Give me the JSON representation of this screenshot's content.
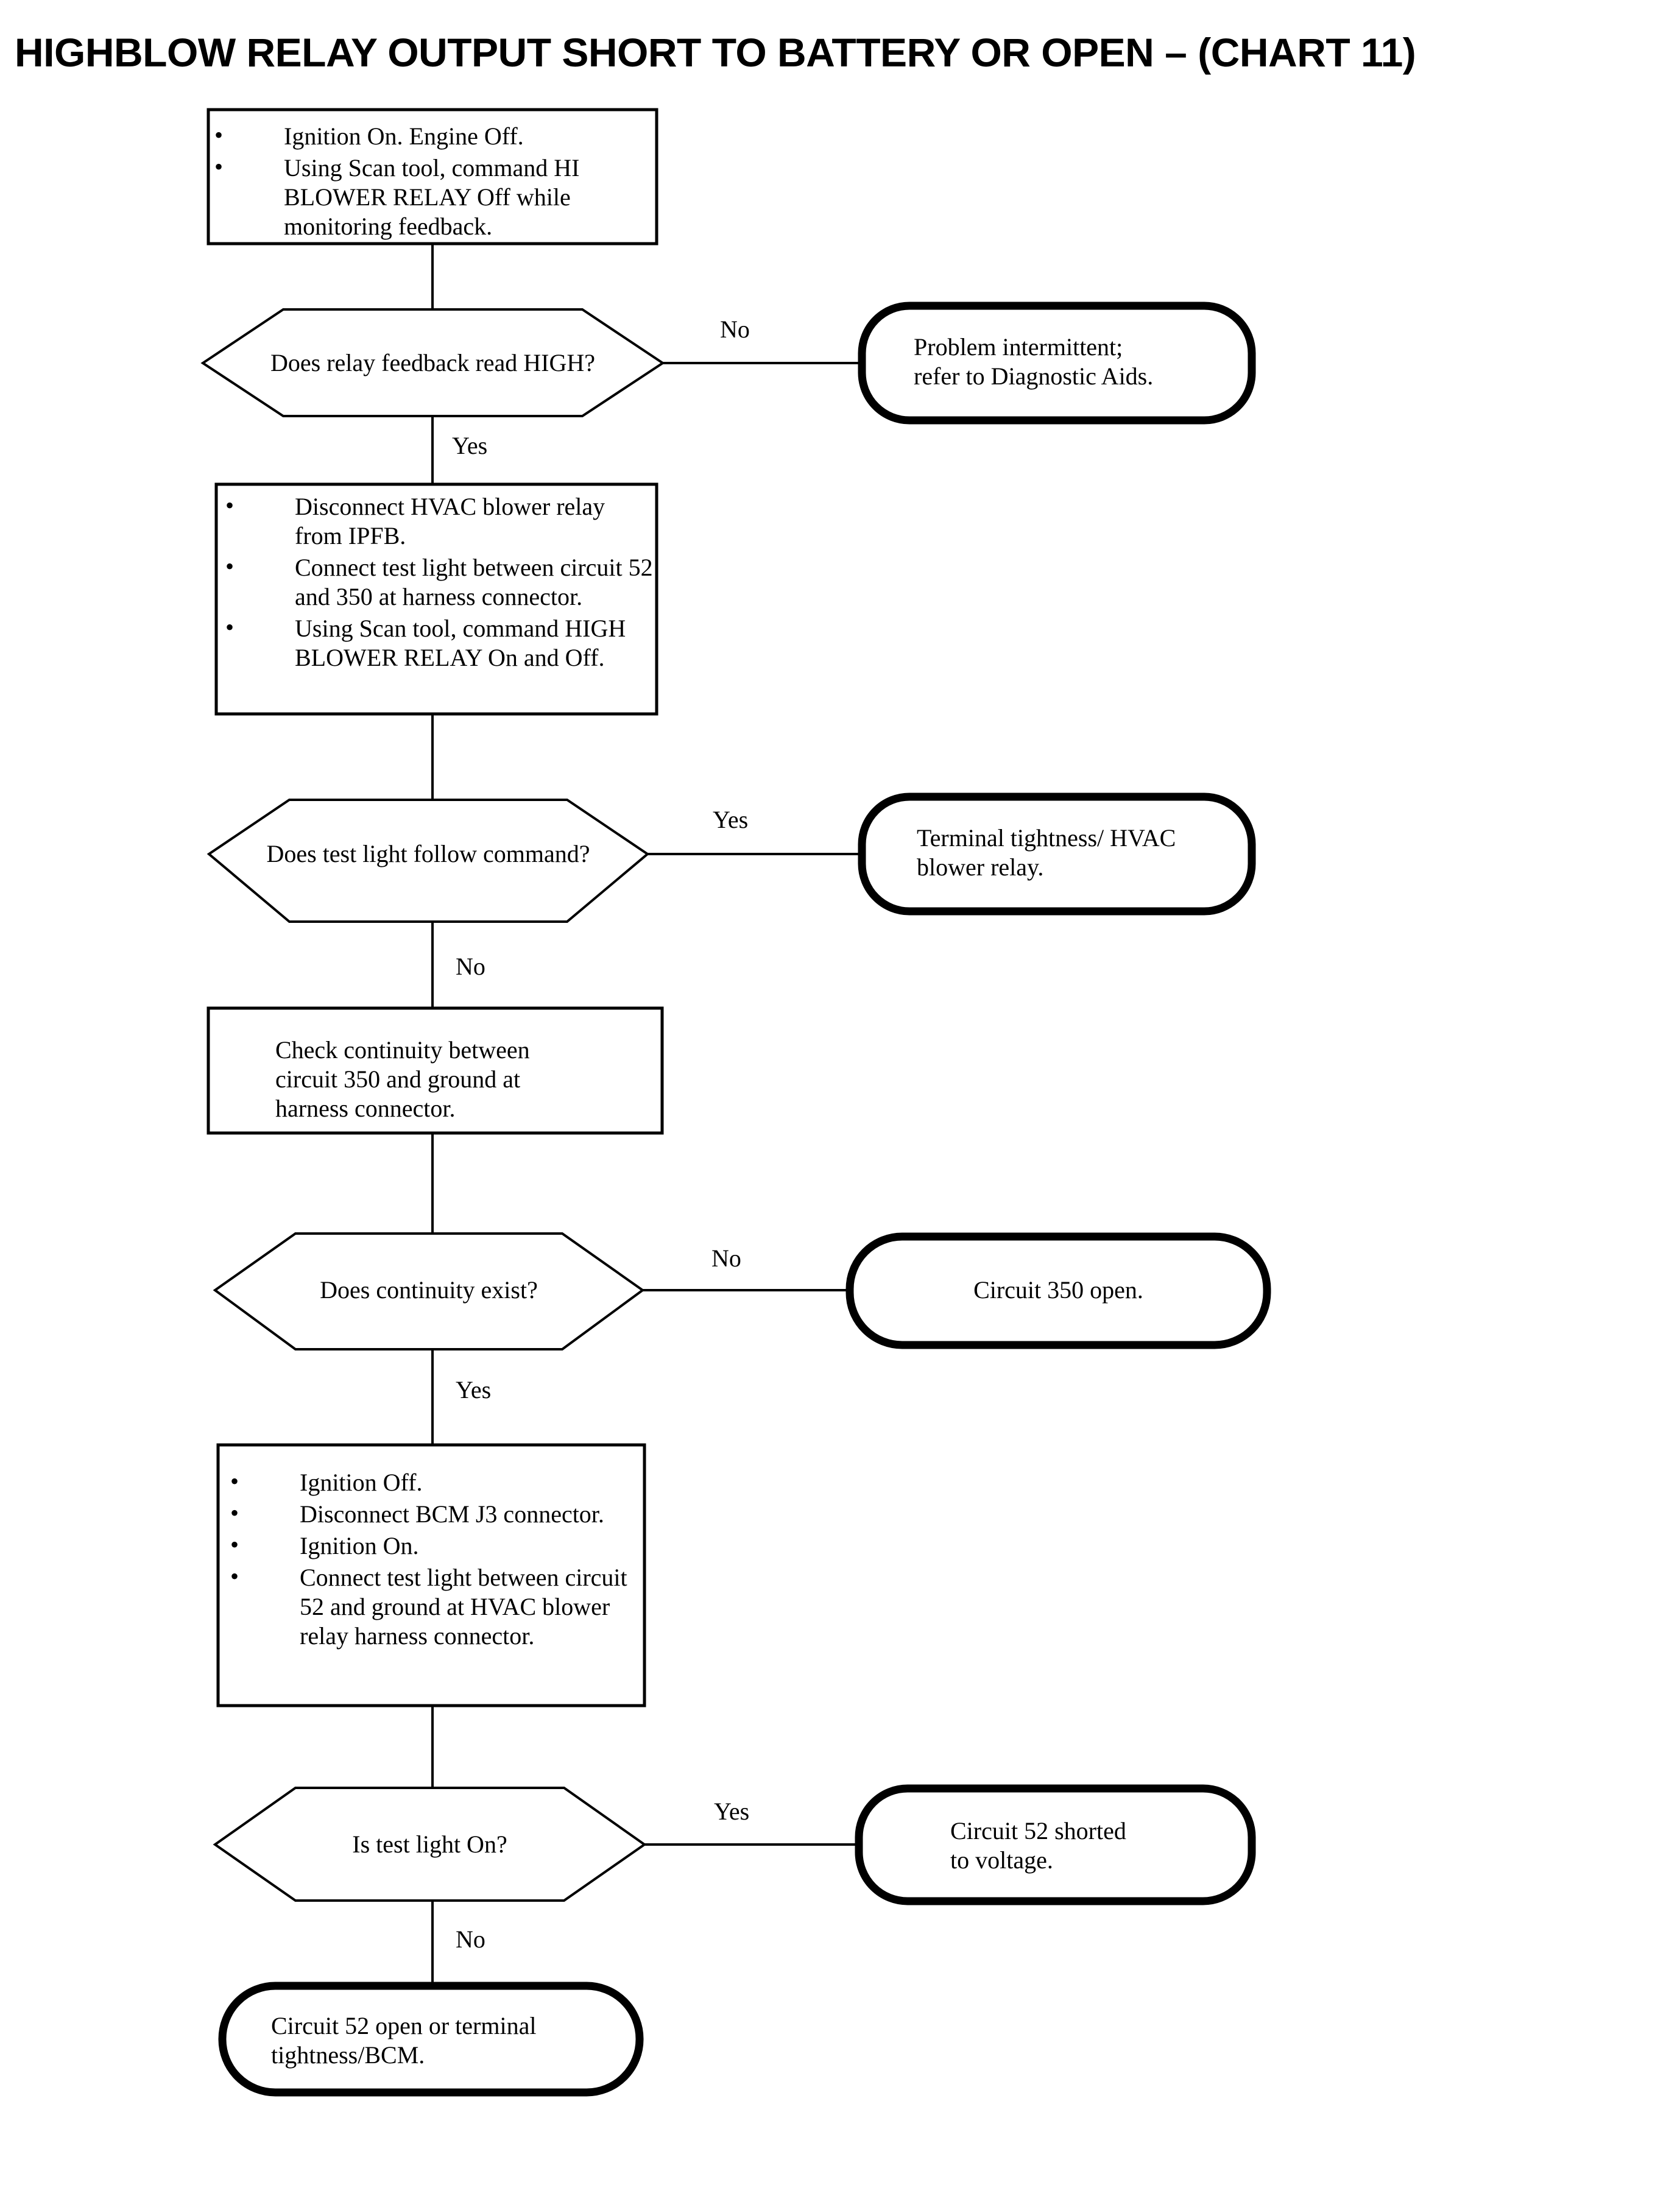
{
  "title": "HIGHBLOW RELAY OUTPUT SHORT TO BATTERY OR OPEN – (CHART 11)",
  "chart_data": {
    "type": "diagram",
    "diagram_kind": "flowchart",
    "title": "HIGHBLOW RELAY OUTPUT SHORT TO BATTERY OR OPEN – (CHART 11)",
    "shapes": {
      "process": "rectangle",
      "decision": "elongated-hexagon",
      "terminal": "rounded-pill"
    },
    "nodes": [
      {
        "id": "step1",
        "type": "process",
        "bullets": [
          "Ignition On. Engine Off.",
          "Using Scan tool, command HI BLOWER RELAY Off while monitoring feedback."
        ]
      },
      {
        "id": "dec1",
        "type": "decision",
        "text": "Does relay feedback read HIGH?"
      },
      {
        "id": "term1",
        "type": "terminal",
        "text": "Problem intermittent; refer to Diagnostic Aids."
      },
      {
        "id": "step2",
        "type": "process",
        "bullets": [
          "Disconnect HVAC blower relay from IPFB.",
          "Connect test light between circuit 52 and 350 at harness connector.",
          "Using Scan tool, command HIGH BLOWER RELAY On and Off."
        ]
      },
      {
        "id": "dec2",
        "type": "decision",
        "text": "Does test light follow command?"
      },
      {
        "id": "term2",
        "type": "terminal",
        "text": "Terminal tightness/ HVAC blower relay."
      },
      {
        "id": "step3",
        "type": "process",
        "text": "Check continuity between circuit 350 and ground at harness connector."
      },
      {
        "id": "dec3",
        "type": "decision",
        "text": "Does continuity exist?"
      },
      {
        "id": "term3",
        "type": "terminal",
        "text": "Circuit 350 open."
      },
      {
        "id": "step4",
        "type": "process",
        "bullets": [
          "Ignition Off.",
          "Disconnect BCM J3 connector.",
          "Ignition On.",
          "Connect test light between circuit 52 and ground at HVAC blower relay harness connector."
        ]
      },
      {
        "id": "dec4",
        "type": "decision",
        "text": "Is test light On?"
      },
      {
        "id": "term4",
        "type": "terminal",
        "text": "Circuit 52 shorted to voltage."
      },
      {
        "id": "term5",
        "type": "terminal",
        "text": "Circuit 52 open or terminal tightness/BCM."
      }
    ],
    "edges": [
      {
        "from": "step1",
        "to": "dec1",
        "label": ""
      },
      {
        "from": "dec1",
        "to": "term1",
        "label": "No"
      },
      {
        "from": "dec1",
        "to": "step2",
        "label": "Yes"
      },
      {
        "from": "step2",
        "to": "dec2",
        "label": ""
      },
      {
        "from": "dec2",
        "to": "term2",
        "label": "Yes"
      },
      {
        "from": "dec2",
        "to": "step3",
        "label": "No"
      },
      {
        "from": "step3",
        "to": "dec3",
        "label": ""
      },
      {
        "from": "dec3",
        "to": "term3",
        "label": "No"
      },
      {
        "from": "dec3",
        "to": "step4",
        "label": "Yes"
      },
      {
        "from": "step4",
        "to": "dec4",
        "label": ""
      },
      {
        "from": "dec4",
        "to": "term4",
        "label": "Yes"
      },
      {
        "from": "dec4",
        "to": "term5",
        "label": "No"
      }
    ]
  },
  "step1": {
    "bullet_glyph": "•",
    "b1": "Ignition On. Engine Off.",
    "b2": "Using Scan tool, command HI BLOWER RELAY Off while monitoring feedback."
  },
  "dec1": {
    "text": "Does relay feedback read HIGH?"
  },
  "term1": {
    "line1": "Problem intermittent;",
    "line2": "refer to Diagnostic Aids."
  },
  "step2": {
    "bullet_glyph": "•",
    "b1": "Disconnect HVAC blower relay from IPFB.",
    "b2": "Connect test light between circuit 52 and 350 at harness connector.",
    "b3": "Using Scan tool, command HIGH BLOWER RELAY On and Off."
  },
  "dec2": {
    "text": "Does test light follow command?"
  },
  "term2": {
    "line1": "Terminal tightness/ HVAC",
    "line2": "blower relay."
  },
  "step3": {
    "line1": "Check continuity between",
    "line2": "circuit 350 and ground at",
    "line3": "harness connector."
  },
  "dec3": {
    "text": "Does continuity exist?"
  },
  "term3": {
    "text": "Circuit 350 open."
  },
  "step4": {
    "bullet_glyph": "•",
    "b1": "Ignition Off.",
    "b2": "Disconnect BCM J3 connector.",
    "b3": "Ignition On.",
    "b4": "Connect test light between circuit 52 and ground at HVAC blower relay harness connector."
  },
  "dec4": {
    "text": "Is test light On?"
  },
  "term4": {
    "line1": "Circuit 52 shorted",
    "line2": "to voltage."
  },
  "term5": {
    "line1": "Circuit 52 open or terminal",
    "line2": "tightness/BCM."
  },
  "labels": {
    "no1": "No",
    "yes1": "Yes",
    "yes2": "Yes",
    "no2": "No",
    "no3": "No",
    "yes3": "Yes",
    "yes4": "Yes",
    "no4": "No"
  },
  "colors": {
    "ink": "#000000",
    "paper": "#ffffff"
  }
}
